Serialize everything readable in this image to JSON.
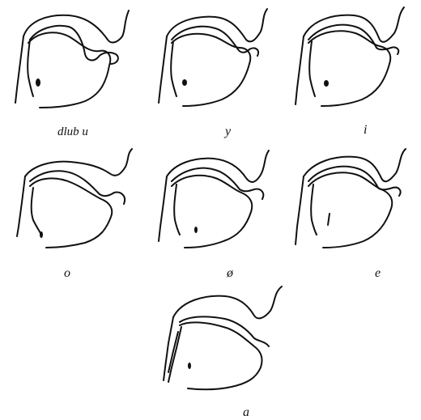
{
  "figure": {
    "ink_color": "#111111",
    "background": "#ffffff",
    "panels": [
      {
        "id": "panel-1",
        "caption": "dlub u"
      },
      {
        "id": "panel-2",
        "caption": "y"
      },
      {
        "id": "panel-3",
        "caption": "i"
      },
      {
        "id": "panel-4",
        "caption": "o"
      },
      {
        "id": "panel-5",
        "caption": "ø"
      },
      {
        "id": "panel-6",
        "caption": "e"
      },
      {
        "id": "panel-7",
        "caption": "a"
      }
    ]
  }
}
